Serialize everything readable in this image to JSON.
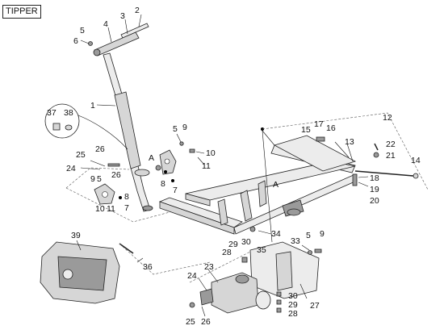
{
  "title": "TIPPER",
  "callouts": [
    {
      "id": "c-2",
      "text": "2"
    },
    {
      "id": "c-3",
      "text": "3"
    },
    {
      "id": "c-4",
      "text": "4"
    },
    {
      "id": "c-5a",
      "text": "5"
    },
    {
      "id": "c-6",
      "text": "6"
    },
    {
      "id": "c-1",
      "text": "1"
    },
    {
      "id": "c-37",
      "text": "37"
    },
    {
      "id": "c-38",
      "text": "38"
    },
    {
      "id": "c-5b",
      "text": "5"
    },
    {
      "id": "c-9a",
      "text": "9"
    },
    {
      "id": "c-10a",
      "text": "10"
    },
    {
      "id": "c-11a",
      "text": "11"
    },
    {
      "id": "c-A1",
      "text": "A"
    },
    {
      "id": "c-8a",
      "text": "8"
    },
    {
      "id": "c-7a",
      "text": "7"
    },
    {
      "id": "c-25a",
      "text": "25"
    },
    {
      "id": "c-26a",
      "text": "26"
    },
    {
      "id": "c-24a",
      "text": "24"
    },
    {
      "id": "c-9b",
      "text": "9"
    },
    {
      "id": "c-5c",
      "text": "5"
    },
    {
      "id": "c-26b",
      "text": "26"
    },
    {
      "id": "c-10b",
      "text": "10"
    },
    {
      "id": "c-11b",
      "text": "11"
    },
    {
      "id": "c-8b",
      "text": "8"
    },
    {
      "id": "c-7b",
      "text": "7"
    },
    {
      "id": "c-12",
      "text": "12"
    },
    {
      "id": "c-15",
      "text": "15"
    },
    {
      "id": "c-17",
      "text": "17"
    },
    {
      "id": "c-16",
      "text": "16"
    },
    {
      "id": "c-13",
      "text": "13"
    },
    {
      "id": "c-22",
      "text": "22"
    },
    {
      "id": "c-21",
      "text": "21"
    },
    {
      "id": "c-14",
      "text": "14"
    },
    {
      "id": "c-18",
      "text": "18"
    },
    {
      "id": "c-19",
      "text": "19"
    },
    {
      "id": "c-20",
      "text": "20"
    },
    {
      "id": "c-A2",
      "text": "A"
    },
    {
      "id": "c-39",
      "text": "39"
    },
    {
      "id": "c-36",
      "text": "36"
    },
    {
      "id": "c-34",
      "text": "34"
    },
    {
      "id": "c-29a",
      "text": "29"
    },
    {
      "id": "c-30a",
      "text": "30"
    },
    {
      "id": "c-28a",
      "text": "28"
    },
    {
      "id": "c-35",
      "text": "35"
    },
    {
      "id": "c-33",
      "text": "33"
    },
    {
      "id": "c-5d",
      "text": "5"
    },
    {
      "id": "c-9c",
      "text": "9"
    },
    {
      "id": "c-23",
      "text": "23"
    },
    {
      "id": "c-24b",
      "text": "24"
    },
    {
      "id": "c-30b",
      "text": "30"
    },
    {
      "id": "c-29b",
      "text": "29"
    },
    {
      "id": "c-28b",
      "text": "28"
    },
    {
      "id": "c-27",
      "text": "27"
    },
    {
      "id": "c-25b",
      "text": "25"
    },
    {
      "id": "c-26c",
      "text": "26"
    }
  ]
}
